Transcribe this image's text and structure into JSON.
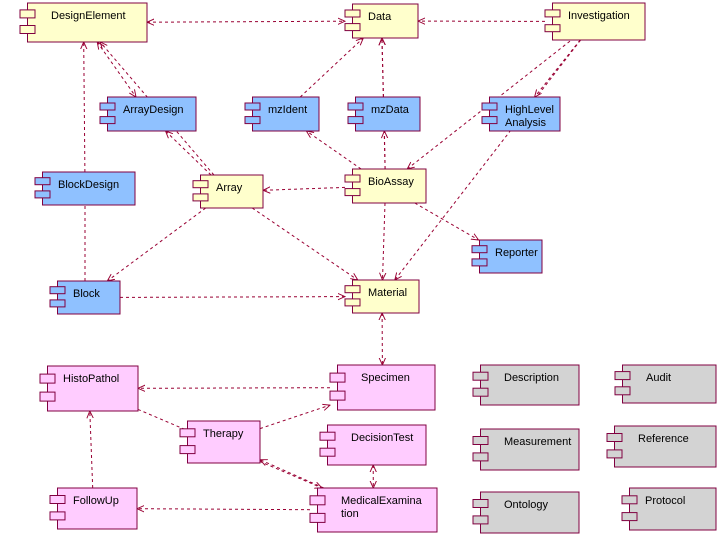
{
  "colors": {
    "yellow": "#ffffcc",
    "blue": "#8fc1ff",
    "pink": "#ffccff",
    "gray": "#d3d3d3",
    "line": "#990033",
    "border": "#800040"
  },
  "components": [
    {
      "id": "design-element",
      "lines": [
        "DesignElement"
      ],
      "color": "yellow"
    },
    {
      "id": "data",
      "lines": [
        "Data"
      ],
      "color": "yellow"
    },
    {
      "id": "investigation",
      "lines": [
        "Investigation"
      ],
      "color": "yellow"
    },
    {
      "id": "array-design",
      "lines": [
        "ArrayDesign"
      ],
      "color": "blue"
    },
    {
      "id": "mz-ident",
      "lines": [
        "mzIdent"
      ],
      "color": "blue"
    },
    {
      "id": "mz-data",
      "lines": [
        "mzData"
      ],
      "color": "blue"
    },
    {
      "id": "high-level-analysis",
      "lines": [
        "HighLevel",
        "Analysis"
      ],
      "color": "blue"
    },
    {
      "id": "block-design",
      "lines": [
        "BlockDesign"
      ],
      "color": "blue"
    },
    {
      "id": "array",
      "lines": [
        "Array"
      ],
      "color": "yellow"
    },
    {
      "id": "bio-assay",
      "lines": [
        "BioAssay"
      ],
      "color": "yellow"
    },
    {
      "id": "reporter",
      "lines": [
        "Reporter"
      ],
      "color": "blue"
    },
    {
      "id": "block",
      "lines": [
        "Block"
      ],
      "color": "blue"
    },
    {
      "id": "material",
      "lines": [
        "Material"
      ],
      "color": "yellow"
    },
    {
      "id": "histo-pathol",
      "lines": [
        "HistoPathol"
      ],
      "color": "pink"
    },
    {
      "id": "specimen",
      "lines": [
        "Specimen"
      ],
      "color": "pink"
    },
    {
      "id": "description",
      "lines": [
        "Description"
      ],
      "color": "gray"
    },
    {
      "id": "audit",
      "lines": [
        "Audit"
      ],
      "color": "gray"
    },
    {
      "id": "therapy",
      "lines": [
        "Therapy"
      ],
      "color": "pink"
    },
    {
      "id": "decision-test",
      "lines": [
        "DecisionTest"
      ],
      "color": "pink"
    },
    {
      "id": "measurement",
      "lines": [
        "Measurement"
      ],
      "color": "gray"
    },
    {
      "id": "reference",
      "lines": [
        "Reference"
      ],
      "color": "gray"
    },
    {
      "id": "follow-up",
      "lines": [
        "FollowUp"
      ],
      "color": "pink"
    },
    {
      "id": "medical-examination",
      "lines": [
        "MedicalExamina",
        "tion"
      ],
      "color": "pink"
    },
    {
      "id": "ontology",
      "lines": [
        "Ontology"
      ],
      "color": "gray"
    },
    {
      "id": "protocol",
      "lines": [
        "Protocol"
      ],
      "color": "gray"
    }
  ],
  "dependencies": [
    {
      "from": "design-element",
      "to": "data",
      "arrows": "both"
    },
    {
      "from": "investigation",
      "to": "data",
      "arrows": "end"
    },
    {
      "from": "design-element",
      "to": "array-design",
      "arrows": "both"
    },
    {
      "from": "mz-ident",
      "to": "data",
      "arrows": "end"
    },
    {
      "from": "mz-data",
      "to": "data",
      "arrows": "end"
    },
    {
      "from": "investigation",
      "to": "high-level-analysis",
      "arrows": "end"
    },
    {
      "from": "array",
      "to": "design-element",
      "arrows": "end"
    },
    {
      "from": "array",
      "to": "array-design",
      "arrows": "end"
    },
    {
      "from": "block-design",
      "to": "design-element",
      "arrows": "end"
    },
    {
      "from": "bio-assay",
      "to": "mz-ident",
      "arrows": "end"
    },
    {
      "from": "bio-assay",
      "to": "mz-data",
      "arrows": "end"
    },
    {
      "from": "bio-assay",
      "to": "data",
      "arrows": "end"
    },
    {
      "from": "bio-assay",
      "to": "investigation",
      "arrows": "start"
    },
    {
      "from": "bio-assay",
      "to": "array",
      "arrows": "end"
    },
    {
      "from": "bio-assay",
      "to": "reporter",
      "arrows": "end"
    },
    {
      "from": "bio-assay",
      "to": "material",
      "arrows": "end"
    },
    {
      "from": "array",
      "to": "block",
      "arrows": "end"
    },
    {
      "from": "array",
      "to": "material",
      "arrows": "end"
    },
    {
      "from": "block",
      "to": "block-design",
      "arrows": "none"
    },
    {
      "from": "block",
      "to": "material",
      "arrows": "end"
    },
    {
      "from": "investigation",
      "to": "material",
      "arrows": "end"
    },
    {
      "from": "material",
      "to": "specimen",
      "arrows": "both"
    },
    {
      "from": "specimen",
      "to": "histo-pathol",
      "arrows": "end"
    },
    {
      "from": "therapy",
      "to": "specimen",
      "arrows": "end"
    },
    {
      "from": "decision-test",
      "to": "medical-examination",
      "arrows": "both"
    },
    {
      "from": "medical-examination",
      "to": "therapy",
      "arrows": "end"
    },
    {
      "from": "medical-examination",
      "to": "follow-up",
      "arrows": "end"
    },
    {
      "from": "histo-pathol",
      "to": "medical-examination",
      "arrows": "end"
    },
    {
      "from": "follow-up",
      "to": "histo-pathol",
      "arrows": "end"
    }
  ]
}
